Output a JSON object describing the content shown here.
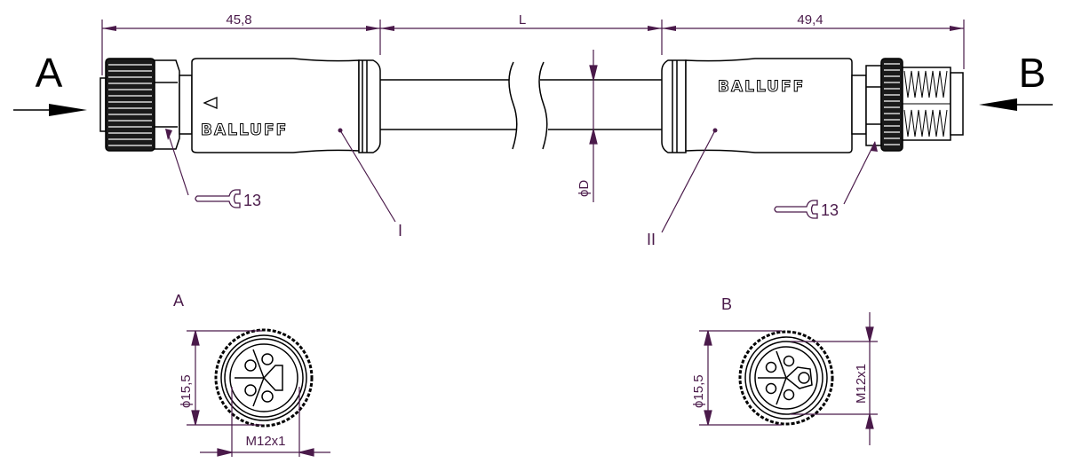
{
  "drawing": {
    "colors": {
      "dimension": "#4a1a4a",
      "outline": "#000000",
      "background": "#ffffff"
    },
    "side_labels": {
      "left": "A",
      "right": "B"
    },
    "dimensions": {
      "left_connector_length": "45,8",
      "cable_length": "L",
      "right_connector_length": "49,4",
      "cable_diameter": "ϕD"
    },
    "brand": {
      "left": "BALLUFF",
      "right": "BALLUFF"
    },
    "wrench": {
      "left_size": "13",
      "right_size": "13"
    },
    "callouts": {
      "left": "I",
      "right": "II"
    },
    "end_views": {
      "a": {
        "label": "A",
        "diameter": "ϕ15,5",
        "thread": "M12x1",
        "type": "female"
      },
      "b": {
        "label": "B",
        "diameter": "ϕ15,5",
        "thread": "M12x1",
        "type": "male"
      }
    }
  }
}
